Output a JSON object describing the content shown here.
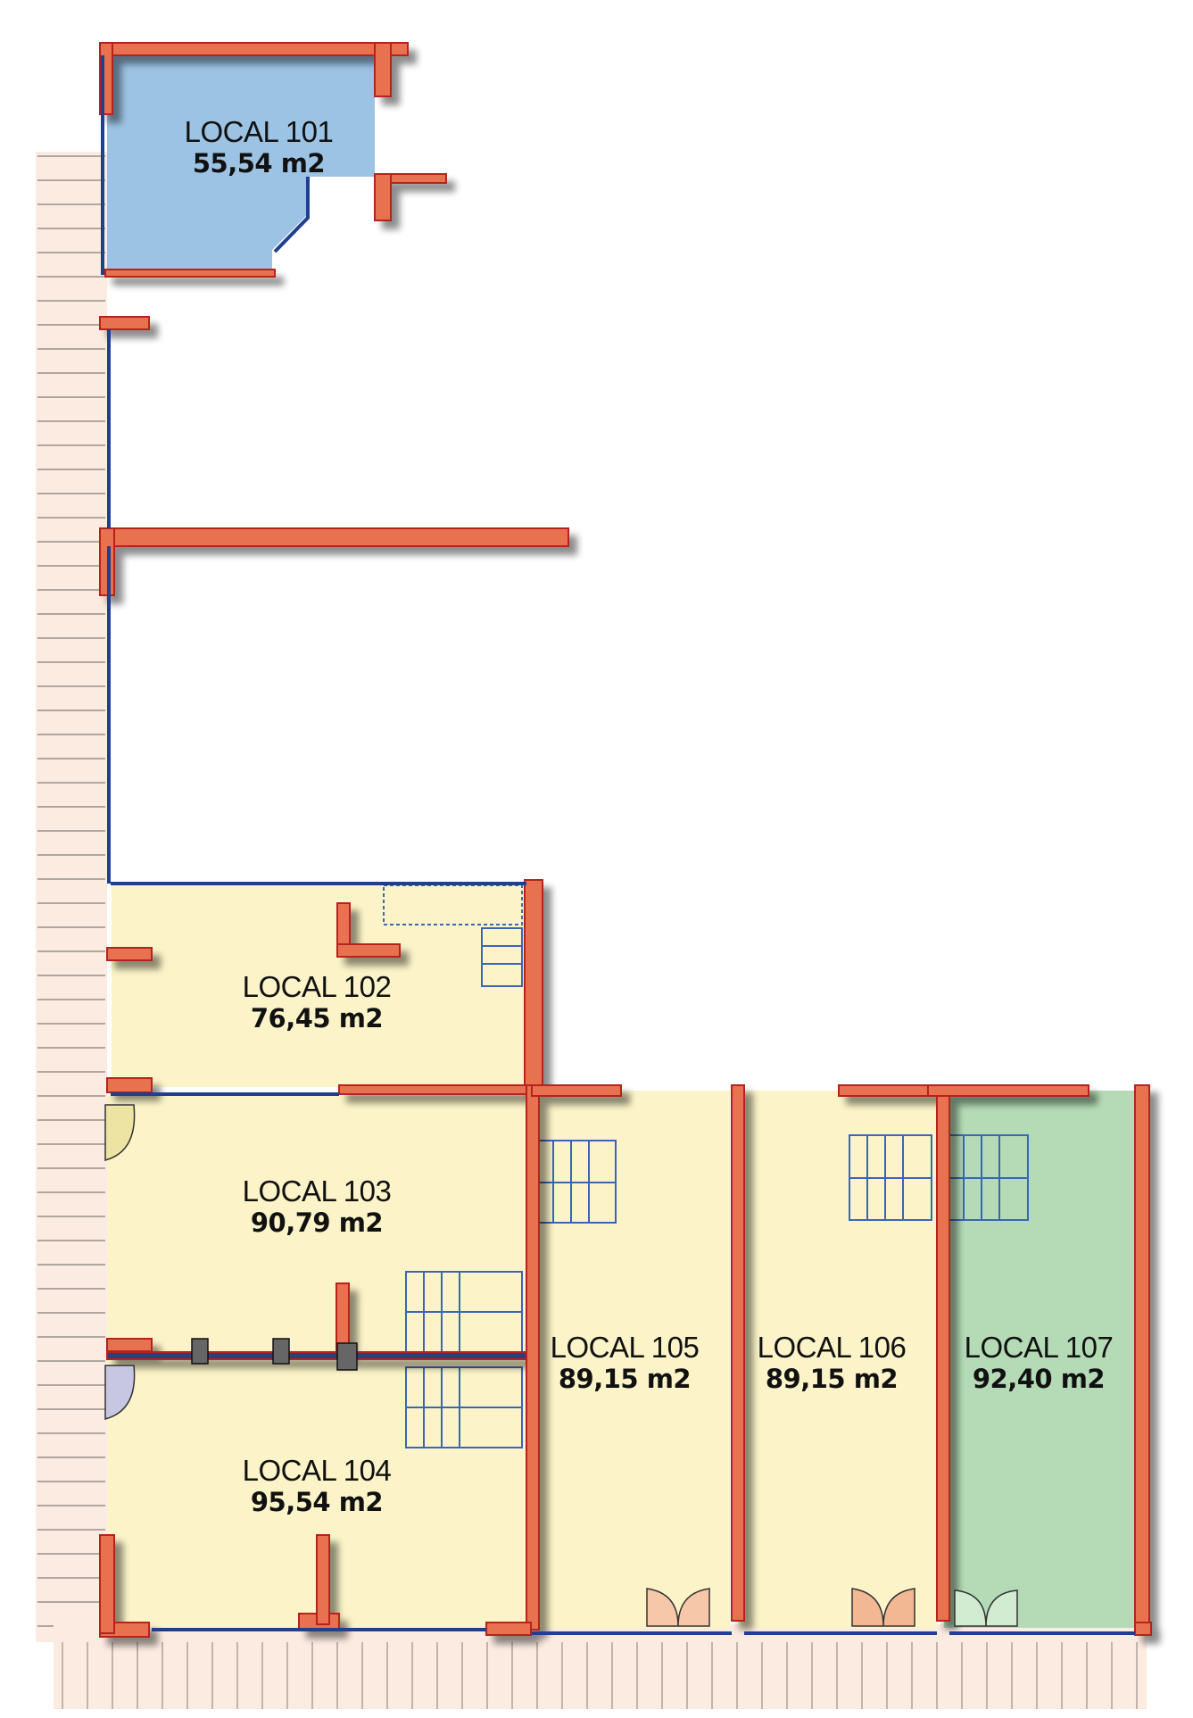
{
  "plan": {
    "rooms": [
      {
        "id": "local-101",
        "name": "LOCAL 101",
        "area": "55,54 m2",
        "fill": "#9cc3e4"
      },
      {
        "id": "local-102",
        "name": "LOCAL 102",
        "area": "76,45 m2",
        "fill": "#fcf4c8"
      },
      {
        "id": "local-103",
        "name": "LOCAL 103",
        "area": "90,79 m2",
        "fill": "#fcf4c8"
      },
      {
        "id": "local-104",
        "name": "LOCAL 104",
        "area": "95,54 m2",
        "fill": "#fcf4c8"
      },
      {
        "id": "local-105",
        "name": "LOCAL 105",
        "area": "89,15 m2",
        "fill": "#fcf4c8"
      },
      {
        "id": "local-106",
        "name": "LOCAL 106",
        "area": "89,15 m2",
        "fill": "#fcf4c8"
      },
      {
        "id": "local-107",
        "name": "LOCAL 107",
        "area": "92,40 m2",
        "fill": "#b5dbb6"
      }
    ],
    "colors": {
      "wall_fill": "#e8714f",
      "wall_edge": "#b8241c",
      "glazing": "#1f3f8f",
      "stairs": "#3a66b8",
      "pavement": "#fcebe1",
      "pavement_grid": "#333333"
    }
  }
}
